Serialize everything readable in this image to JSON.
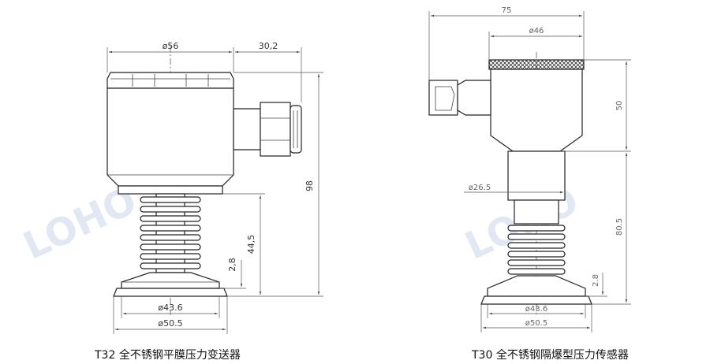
{
  "watermark": "LOHO",
  "left": {
    "caption": "T32 全不锈钢平膜压力变送器",
    "dims": {
      "d56": "ø56",
      "w30": "30,2",
      "h98": "98",
      "h44": "44,5",
      "h28": "2,8",
      "d436": "ø43.6",
      "d505": "ø50.5"
    }
  },
  "right": {
    "caption": "T30 全不锈钢隔爆型压力传感器",
    "dims": {
      "w75": "75",
      "d46": "ø46",
      "h50": "50",
      "d265": "ø26.5",
      "h805": "80.5",
      "h28": "2.8",
      "d436": "ø43.6",
      "d505": "ø50.5"
    }
  }
}
